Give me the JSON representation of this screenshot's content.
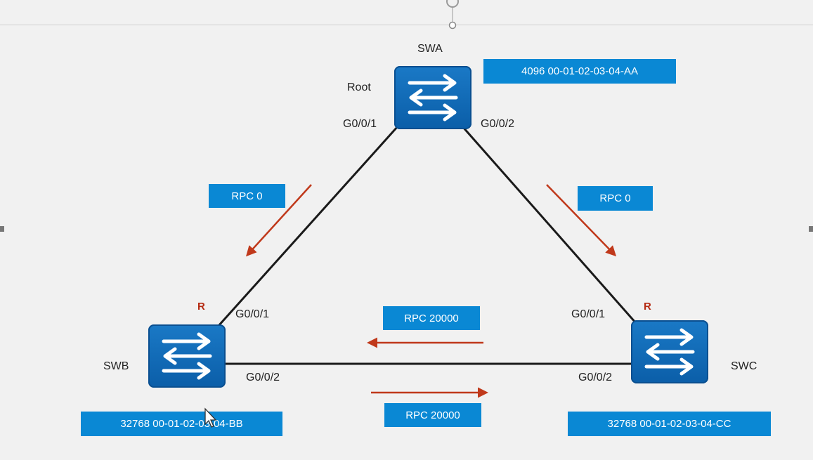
{
  "devices": {
    "swa": {
      "name": "SWA",
      "role_label": "Root",
      "port_left": "G0/0/1",
      "port_right": "G0/0/2",
      "bridge_id": "4096 00-01-02-03-04-AA"
    },
    "swb": {
      "name": "SWB",
      "root_port_mark": "R",
      "port_top": "G0/0/1",
      "port_right": "G0/0/2",
      "bridge_id": "32768 00-01-02-03-04-BB"
    },
    "swc": {
      "name": "SWC",
      "root_port_mark": "R",
      "port_top": "G0/0/1",
      "port_left": "G0/0/2",
      "bridge_id": "32768 00-01-02-03-04-CC"
    }
  },
  "rpc_labels": {
    "swa_to_swb": "RPC 0",
    "swa_to_swc": "RPC 0",
    "swc_to_swb": "RPC 20000",
    "swb_to_swc": "RPC 20000"
  },
  "colors": {
    "switch_blue": "#0b5ea8",
    "label_box_blue": "#0a88d4",
    "arrow_red": "#c0391b",
    "link_black": "#1a1a1a"
  }
}
